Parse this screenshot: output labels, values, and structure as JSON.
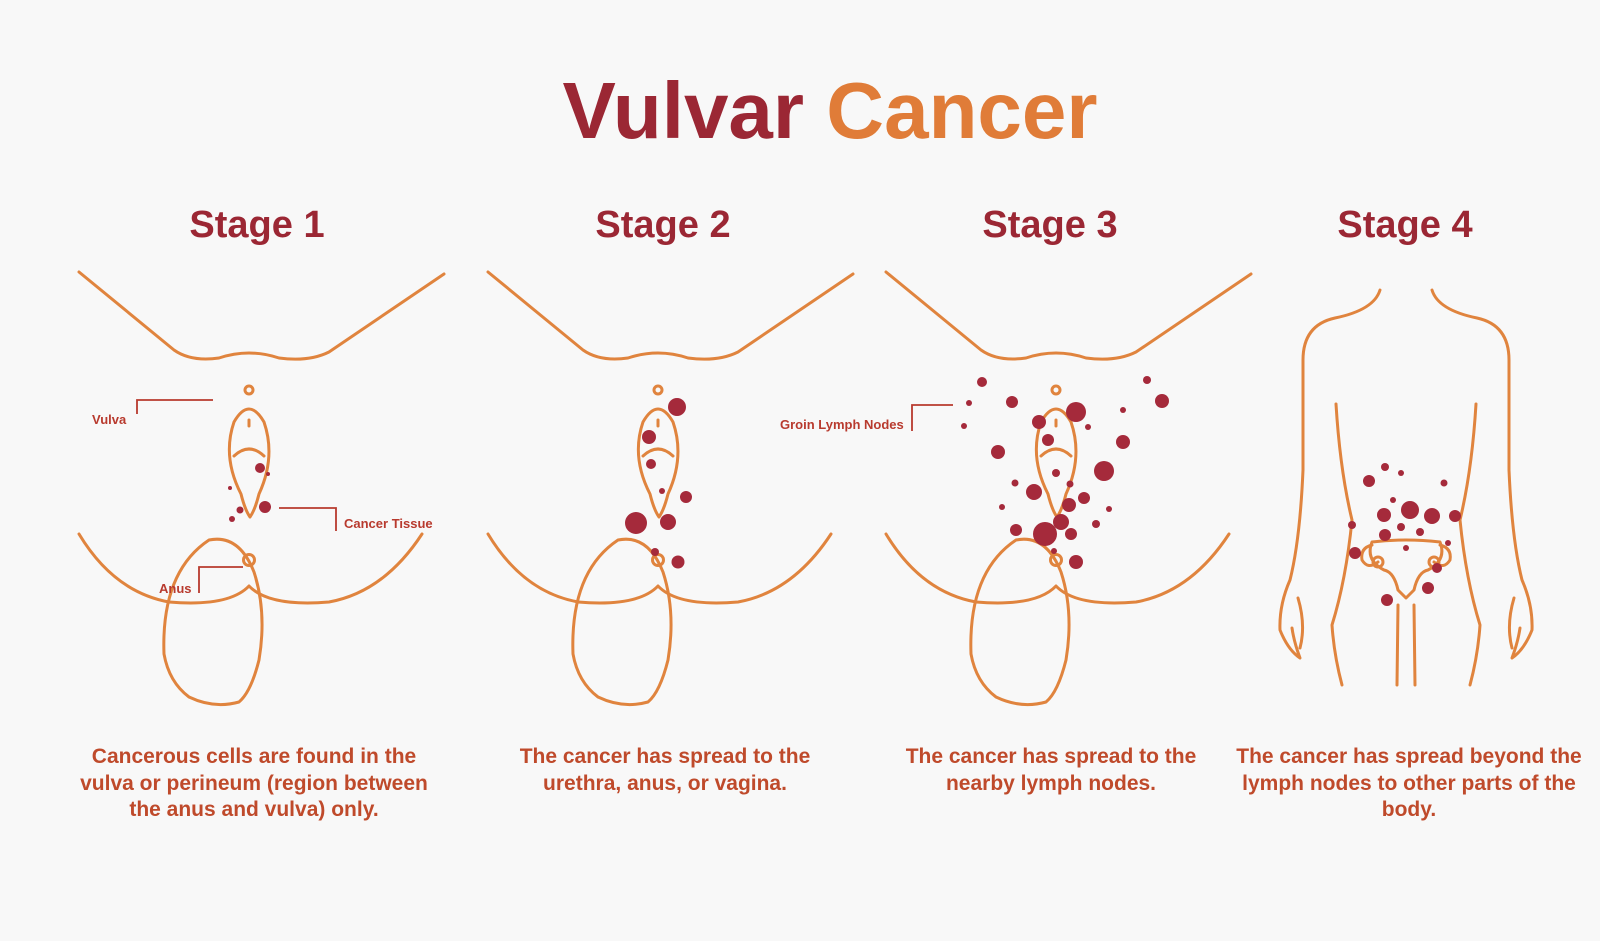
{
  "title": {
    "word1": "Vulvar",
    "word2": "Cancer"
  },
  "colors": {
    "title_primary": "#9b2734",
    "title_accent": "#e07c38",
    "outline": "#e0843e",
    "cancer": "#a52a3b",
    "text": "#bf4a2b"
  },
  "stages": [
    {
      "heading": "Stage 1",
      "description": "Cancerous cells are found in the vulva or perineum (region between the anus and vulva) only."
    },
    {
      "heading": "Stage 2",
      "description": "The cancer has spread to the urethra, anus, or vagina."
    },
    {
      "heading": "Stage 3",
      "description": "The cancer has spread to the nearby lymph nodes."
    },
    {
      "heading": "Stage 4",
      "description": "The cancer has spread beyond the lymph nodes to other parts of the body."
    }
  ],
  "labels": {
    "vulva": "Vulva",
    "cancer_tissue": "Cancer Tissue",
    "anus": "Anus",
    "groin_lymph_nodes": "Groin Lymph Nodes"
  }
}
